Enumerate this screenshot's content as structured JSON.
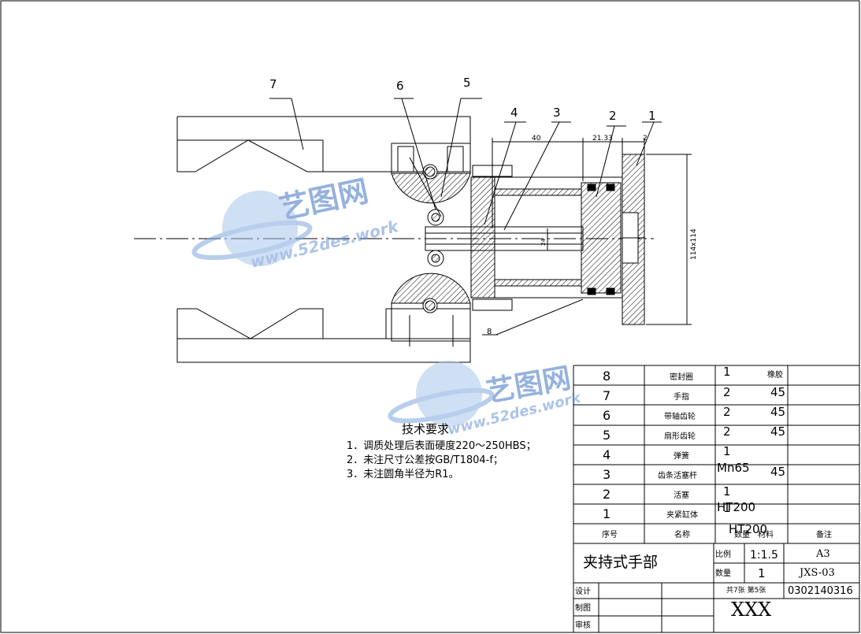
{
  "parts": [
    {
      "no": "8",
      "name": "密封圈",
      "qty": "1",
      "material": "橡胶",
      "remark": ""
    },
    {
      "no": "7",
      "name": "手指",
      "qty": "2",
      "material": "45",
      "remark": ""
    },
    {
      "no": "6",
      "name": "带轴齿轮",
      "qty": "2",
      "material": "45",
      "remark": ""
    },
    {
      "no": "5",
      "name": "扇形齿轮",
      "qty": "2",
      "material": "45",
      "remark": ""
    },
    {
      "no": "4",
      "name": "弹簧",
      "qty": "1",
      "material": "Mn65",
      "remark": ""
    },
    {
      "no": "3",
      "name": "齿条活塞杆",
      "qty": "1",
      "material": "45",
      "remark": ""
    },
    {
      "no": "2",
      "name": "活塞",
      "qty": "1",
      "material": "HT200",
      "remark": ""
    },
    {
      "no": "1",
      "name": "夹紧缸体",
      "qty": "1",
      "material": "HT200",
      "remark": ""
    }
  ],
  "table_header": {
    "no": "序号",
    "name": "名称",
    "qty": "数量",
    "material": "材料",
    "remark": "备注"
  },
  "title_block": {
    "drawing_title": "夹持式手部",
    "scale_label": "比例",
    "scale": "1:1.5",
    "size": "A3",
    "qty_label": "数量",
    "qty": "1",
    "code": "JXS-03",
    "sheets": "共7张  第5张",
    "number": "0302140316",
    "designer_label": "设计",
    "drafter_label": "制图",
    "checker_label": "审核",
    "company": "XXX"
  },
  "technical_requirements": {
    "title": "技术要求",
    "items": [
      "1．调质处理后表面硬度220～250HBS；",
      "2．未注尺寸公差按GB/T1804-f；",
      "3．未注圆角半径为R1。"
    ]
  },
  "balloons": [
    "1",
    "2",
    "3",
    "4",
    "5",
    "6",
    "7",
    "8"
  ],
  "dimensions": {
    "d40": "40",
    "d2133": "21.33",
    "d2": "2",
    "d114": "114x114",
    "d24": "24"
  },
  "watermark": {
    "name": "艺图网",
    "url": "www.52des.work"
  }
}
